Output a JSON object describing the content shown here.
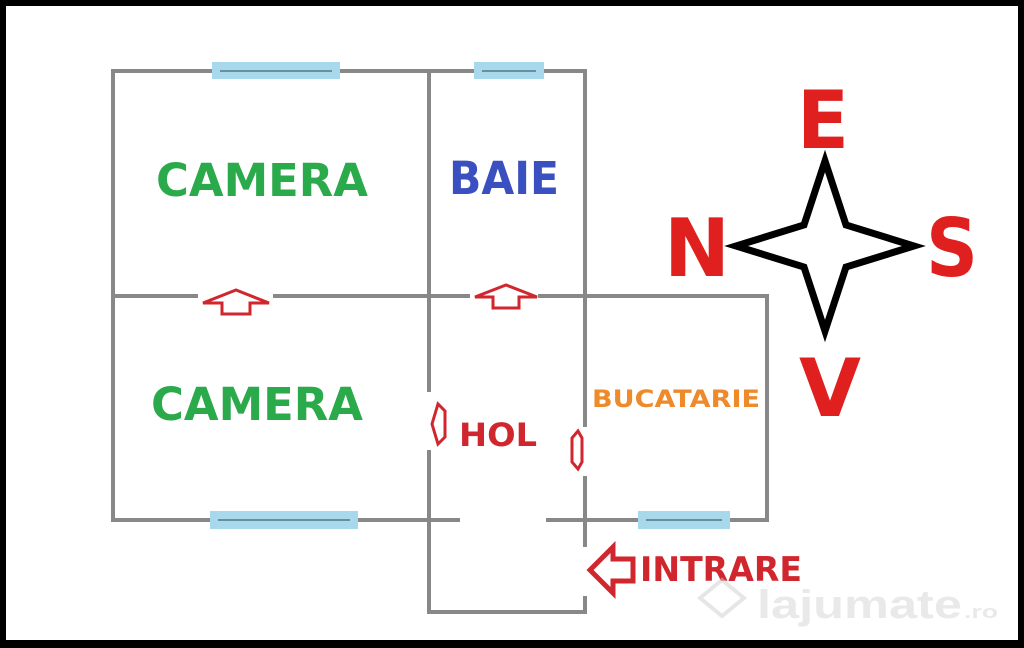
{
  "rooms": {
    "camera_top": "CAMERA",
    "baie": "BAIE",
    "camera_bottom": "CAMERA",
    "hol": "HOL",
    "bucatarie": "BUCATARIE",
    "intrare": "INTRARE"
  },
  "compass": {
    "north": "N",
    "east": "E",
    "south": "S",
    "west": "V"
  },
  "watermark": {
    "brand": "lajumate",
    "suffix": ".ro"
  },
  "colors": {
    "wall": "#888888",
    "window": "#a8d8ec",
    "camera": "#2aaa4a",
    "baie": "#3a4fc0",
    "hol": "#d0262e",
    "bucatarie": "#ee8a2a",
    "compass_letters": "#e0201f",
    "door_arrow": "#d0262e"
  }
}
